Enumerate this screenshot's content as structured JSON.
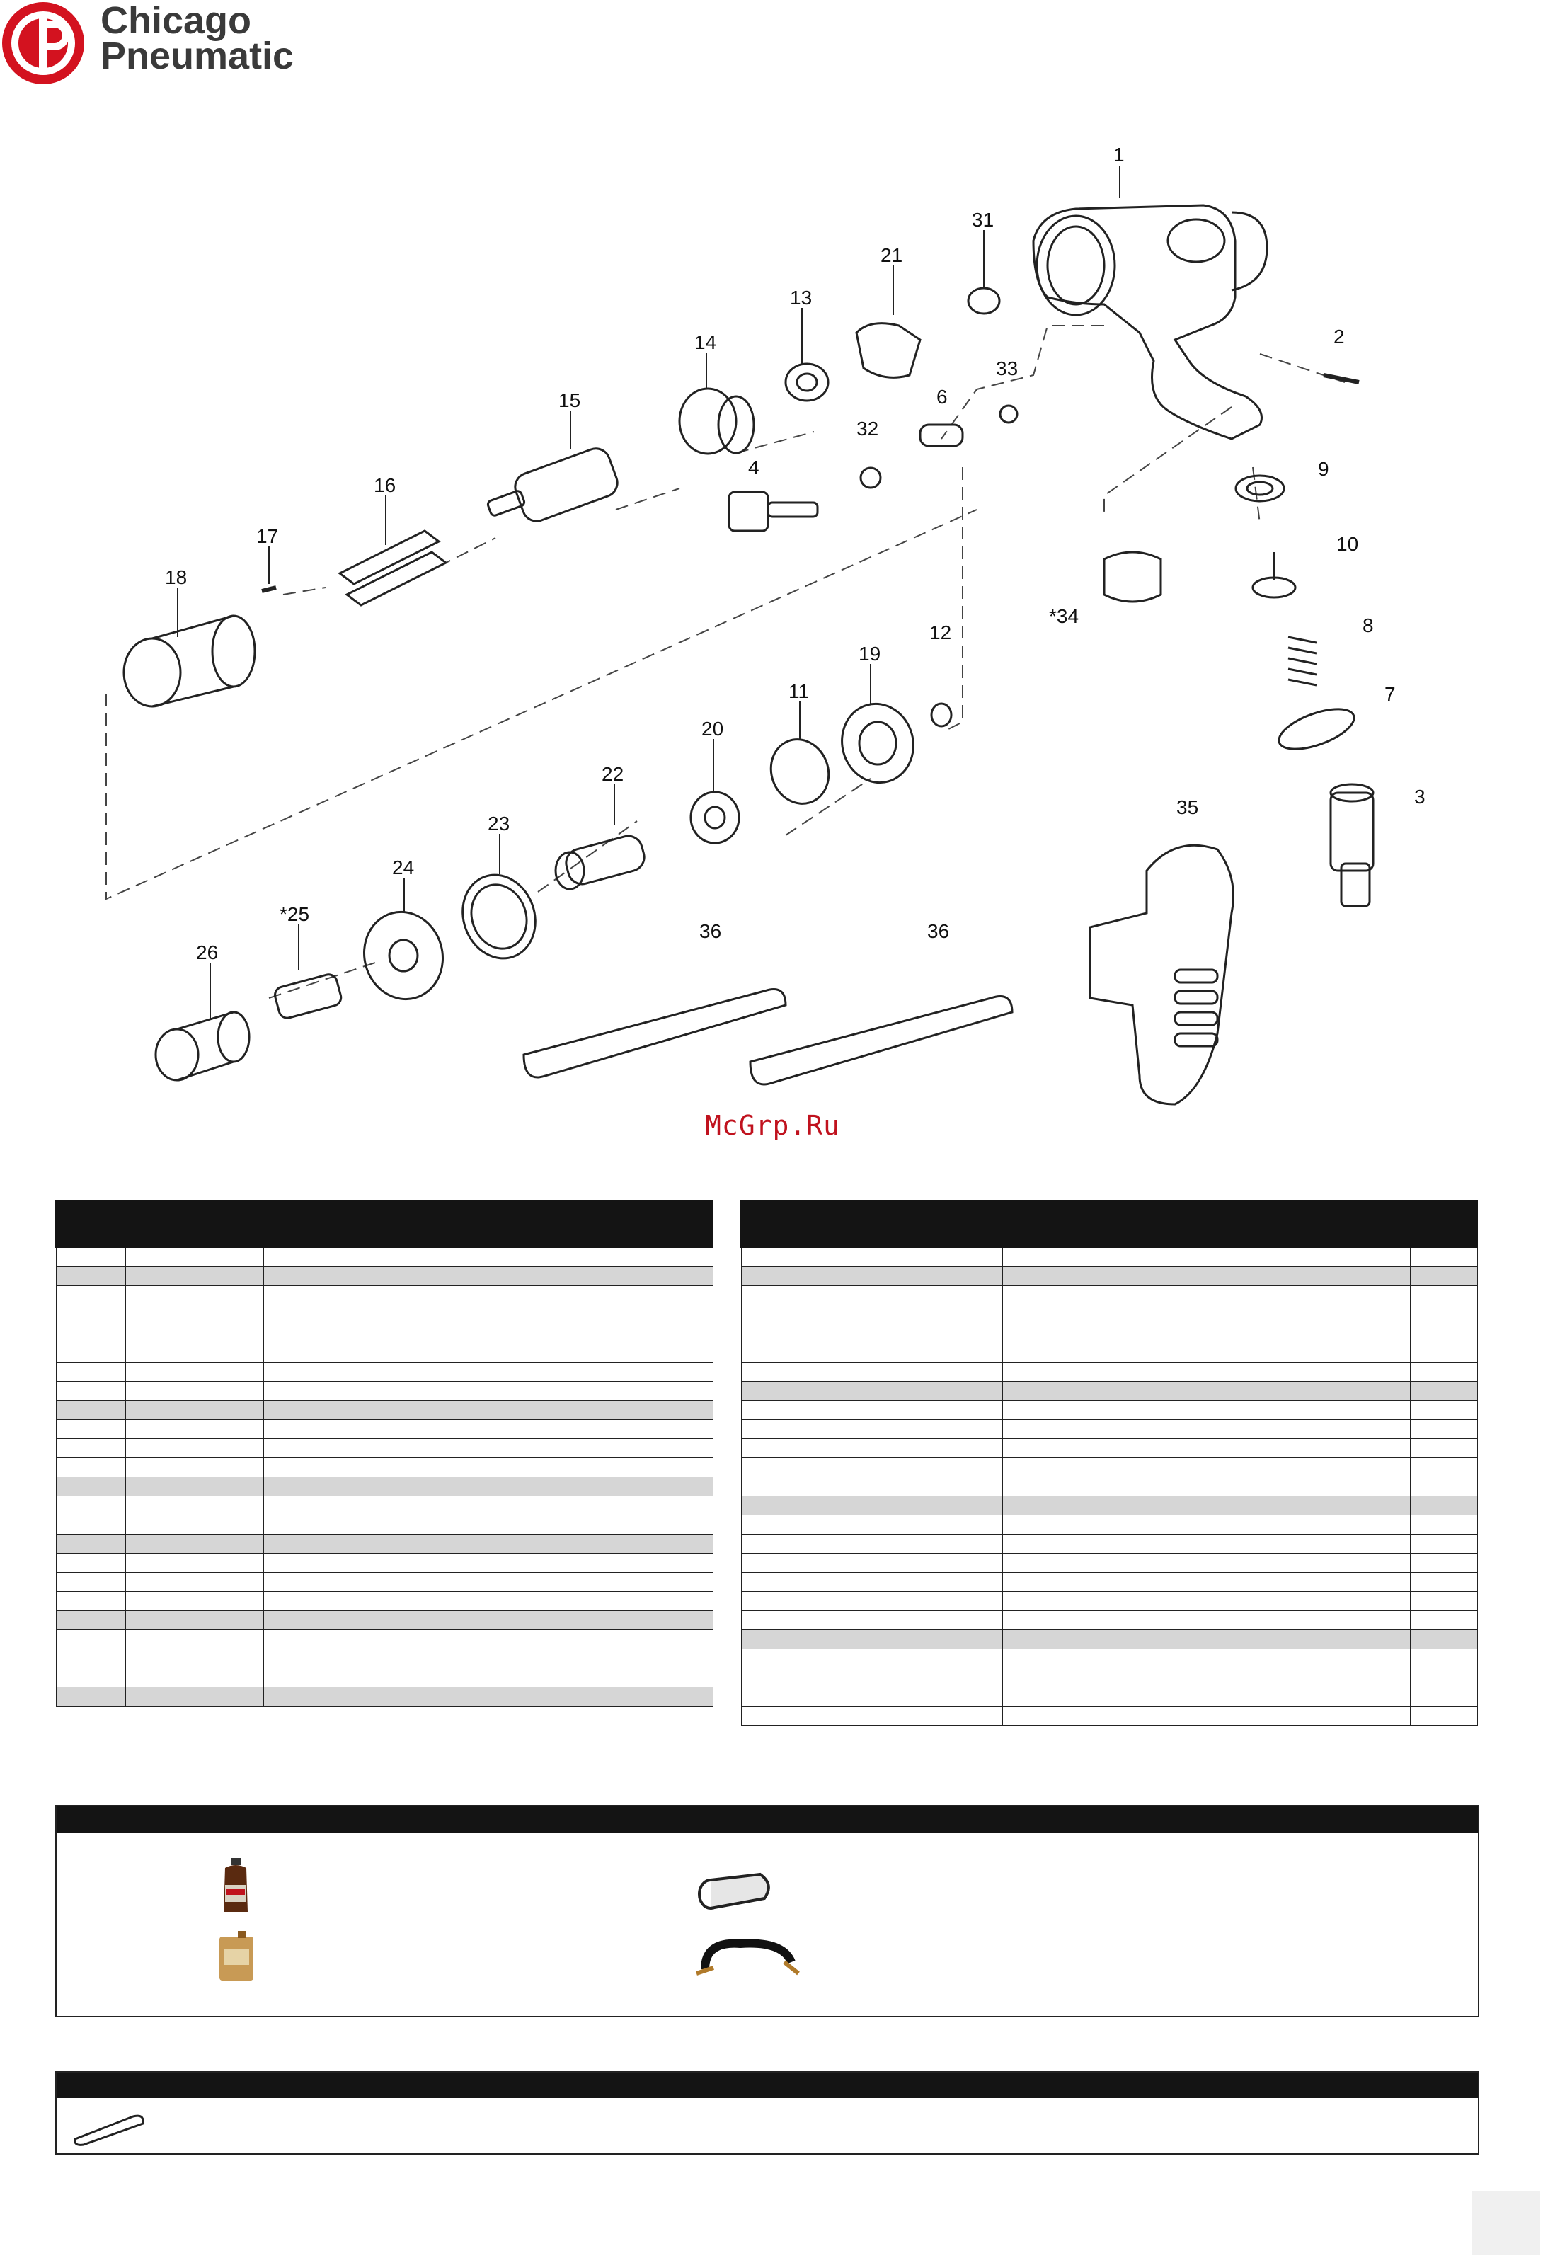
{
  "brand": {
    "name_line1": "Chicago",
    "name_line2": "Pneumatic",
    "color": "#d3121f"
  },
  "watermark": "McGrp.Ru",
  "diagram": {
    "callouts": [
      "1",
      "2",
      "3",
      "4",
      "6",
      "7",
      "8",
      "9",
      "10",
      "11",
      "12",
      "13",
      "14",
      "15",
      "16",
      "17",
      "18",
      "19",
      "20",
      "21",
      "22",
      "23",
      "24",
      "*25",
      "26",
      "31",
      "32",
      "33",
      "*34",
      "35",
      "36",
      "36"
    ]
  },
  "tables": {
    "left": {
      "rows": 24,
      "shaded_rows": [
        1,
        8,
        12,
        15,
        19,
        23
      ]
    },
    "right": {
      "rows": 25,
      "shaded_rows": [
        1,
        7,
        13,
        20
      ]
    }
  },
  "accessories": {
    "icons": [
      "oil-bottle-icon",
      "oil-jug-icon",
      "collet-icon",
      "air-hose-icon"
    ]
  },
  "tools": {
    "icons": [
      "wrench-icon"
    ]
  }
}
